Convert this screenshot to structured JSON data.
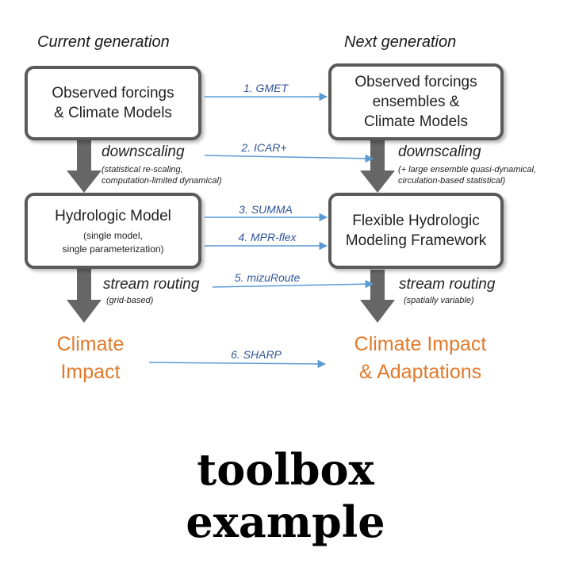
{
  "columns": {
    "current": "Current generation",
    "next": "Next generation"
  },
  "current": {
    "forcings_box": {
      "line1": "Observed forcings",
      "line2": "& Climate Models"
    },
    "downscaling": {
      "label": "downscaling",
      "note1": "(statistical re-scaling,",
      "note2": "computation-limited dynamical)"
    },
    "model_box": {
      "line1": "Hydrologic Model",
      "sub1": "(single model,",
      "sub2": "single parameterization)"
    },
    "routing": {
      "label": "stream routing",
      "note": "(grid-based)"
    },
    "impact": {
      "line1": "Climate",
      "line2": "Impact"
    }
  },
  "next": {
    "forcings_box": {
      "line1": "Observed forcings",
      "line2": "ensembles &",
      "line3": "Climate Models"
    },
    "downscaling": {
      "label": "downscaling",
      "note1": "(+ large ensemble quasi-dynamical,",
      "note2": "circulation-based statistical)"
    },
    "model_box": {
      "line1": "Flexible Hydrologic",
      "line2": "Modeling Framework"
    },
    "routing": {
      "label": "stream routing",
      "note": "(spatially variable)"
    },
    "impact": {
      "line1": "Climate Impact",
      "line2": "& Adaptations"
    }
  },
  "tools": [
    "1. GMET",
    "2. ICAR+",
    "3. SUMMA",
    "4. MPR-flex",
    "5. mizuRoute",
    "6. SHARP"
  ],
  "caption": {
    "line1": "toolbox",
    "line2": "example"
  },
  "colors": {
    "box_border": "#5a5a5a",
    "flow_arrow": "#666666",
    "tool_arrow": "#5b9bd5",
    "tool_text": "#2f5597",
    "impact": "#e07a2c"
  }
}
